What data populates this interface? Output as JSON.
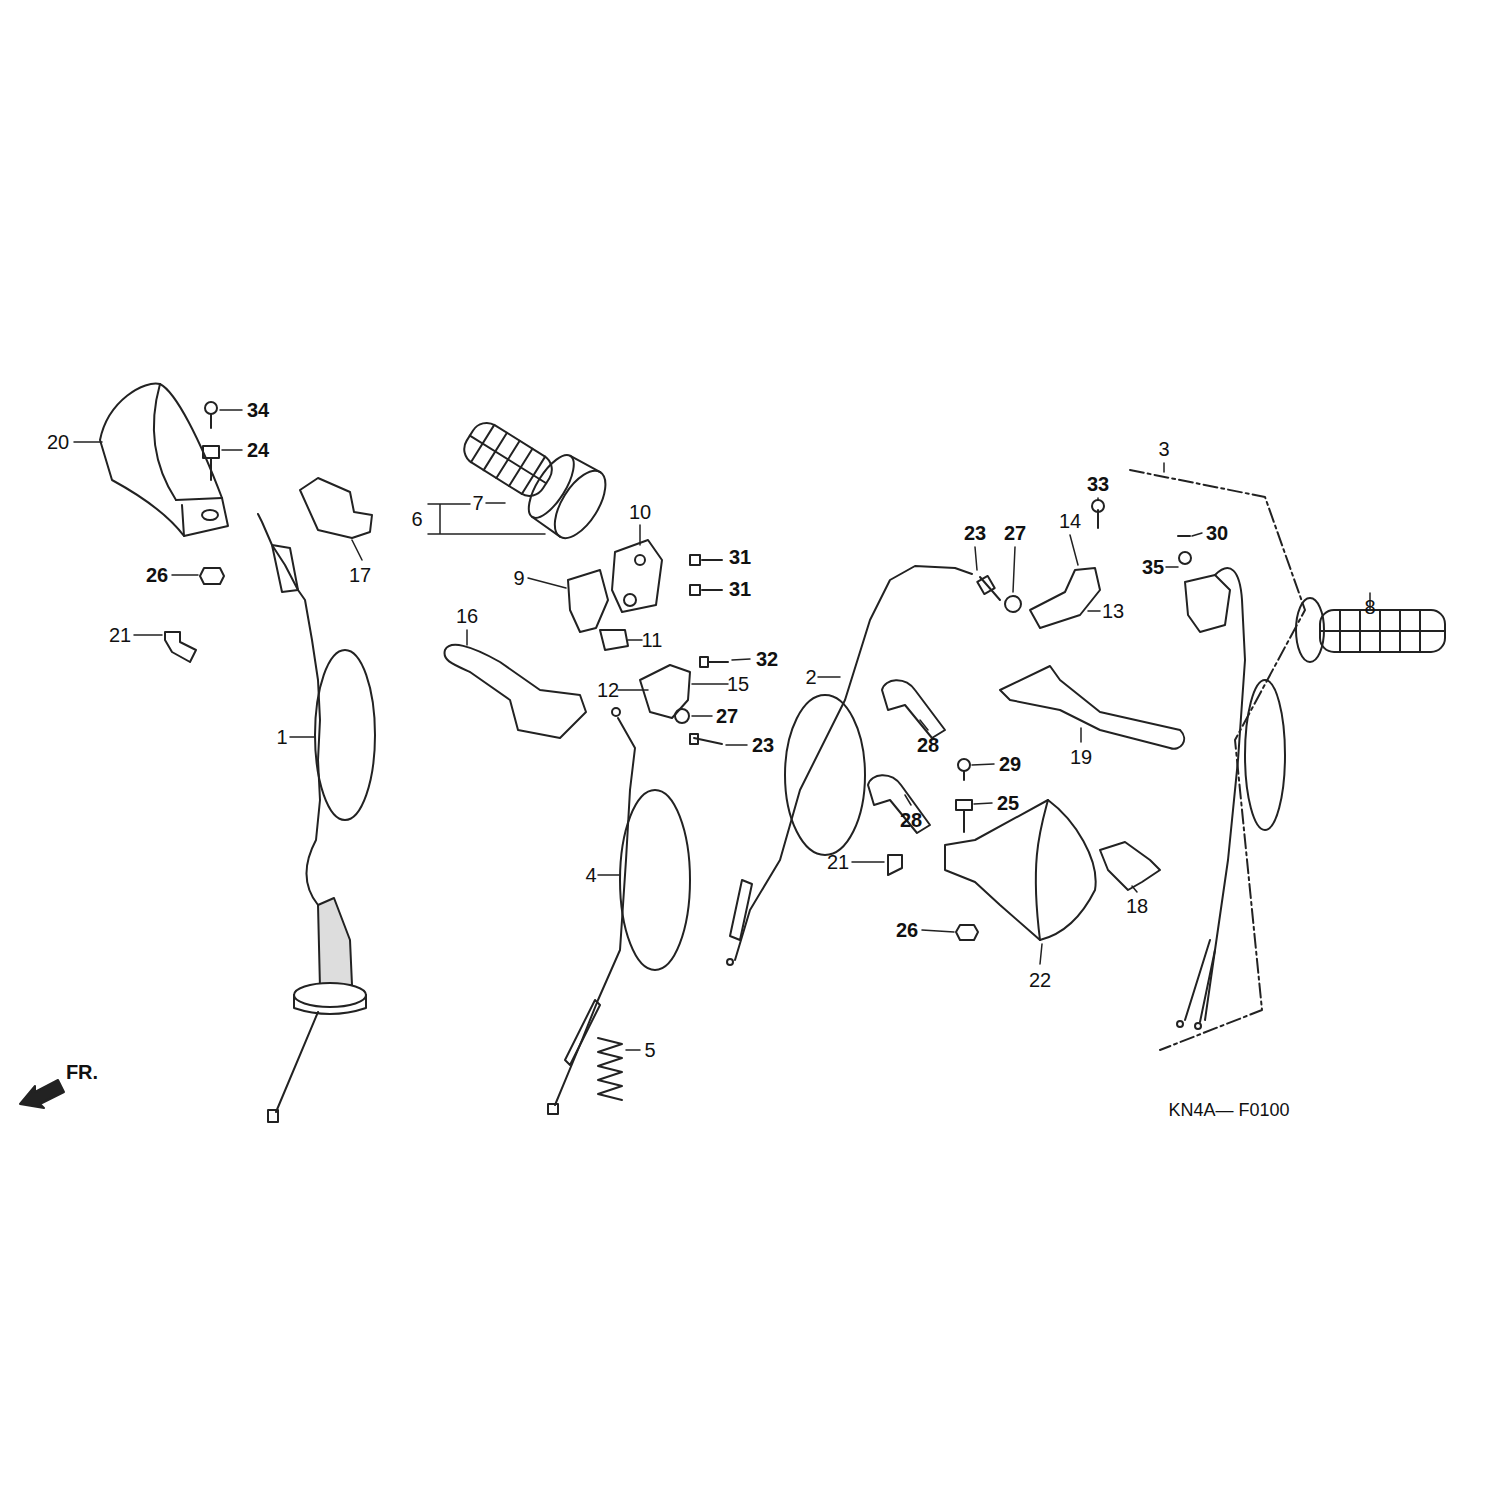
{
  "diagram": {
    "labels": [
      "34",
      "20",
      "24",
      "26",
      "21",
      "1",
      "17",
      "7",
      "6",
      "10",
      "31",
      "31",
      "9",
      "16",
      "11",
      "32",
      "12",
      "15",
      "27",
      "23",
      "4",
      "5",
      "2",
      "23",
      "27",
      "33",
      "14",
      "13",
      "3",
      "30",
      "35",
      "8",
      "28",
      "28",
      "29",
      "25",
      "19",
      "21",
      "26",
      "18",
      "22",
      "FR.",
      "KN4A— F0100"
    ]
  }
}
